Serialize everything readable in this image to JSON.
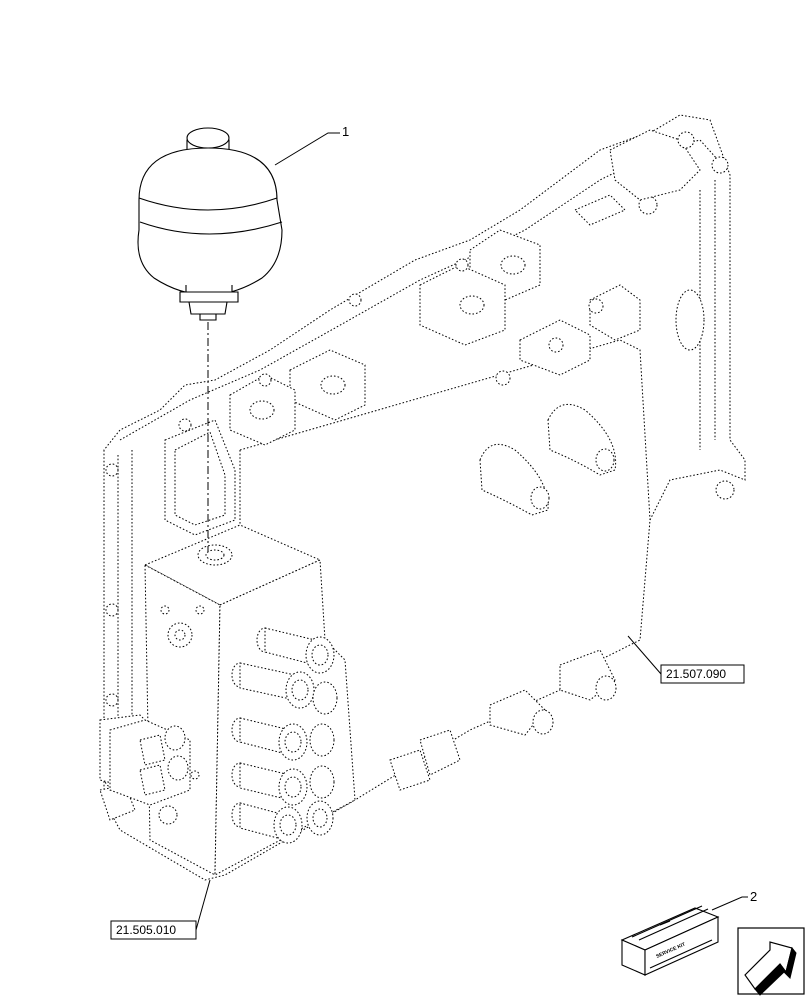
{
  "diagram": {
    "callouts": [
      {
        "id": "item-1",
        "label": "1"
      },
      {
        "id": "item-2",
        "label": "2"
      }
    ],
    "references": [
      {
        "id": "ref-transmission-housing",
        "label": "21.507.090"
      },
      {
        "id": "ref-valve-block",
        "label": "21.505.010"
      }
    ],
    "kit_box_text": "SERVICE KIT",
    "icons": {
      "next_page": "arrow-right-in-box-icon"
    }
  }
}
